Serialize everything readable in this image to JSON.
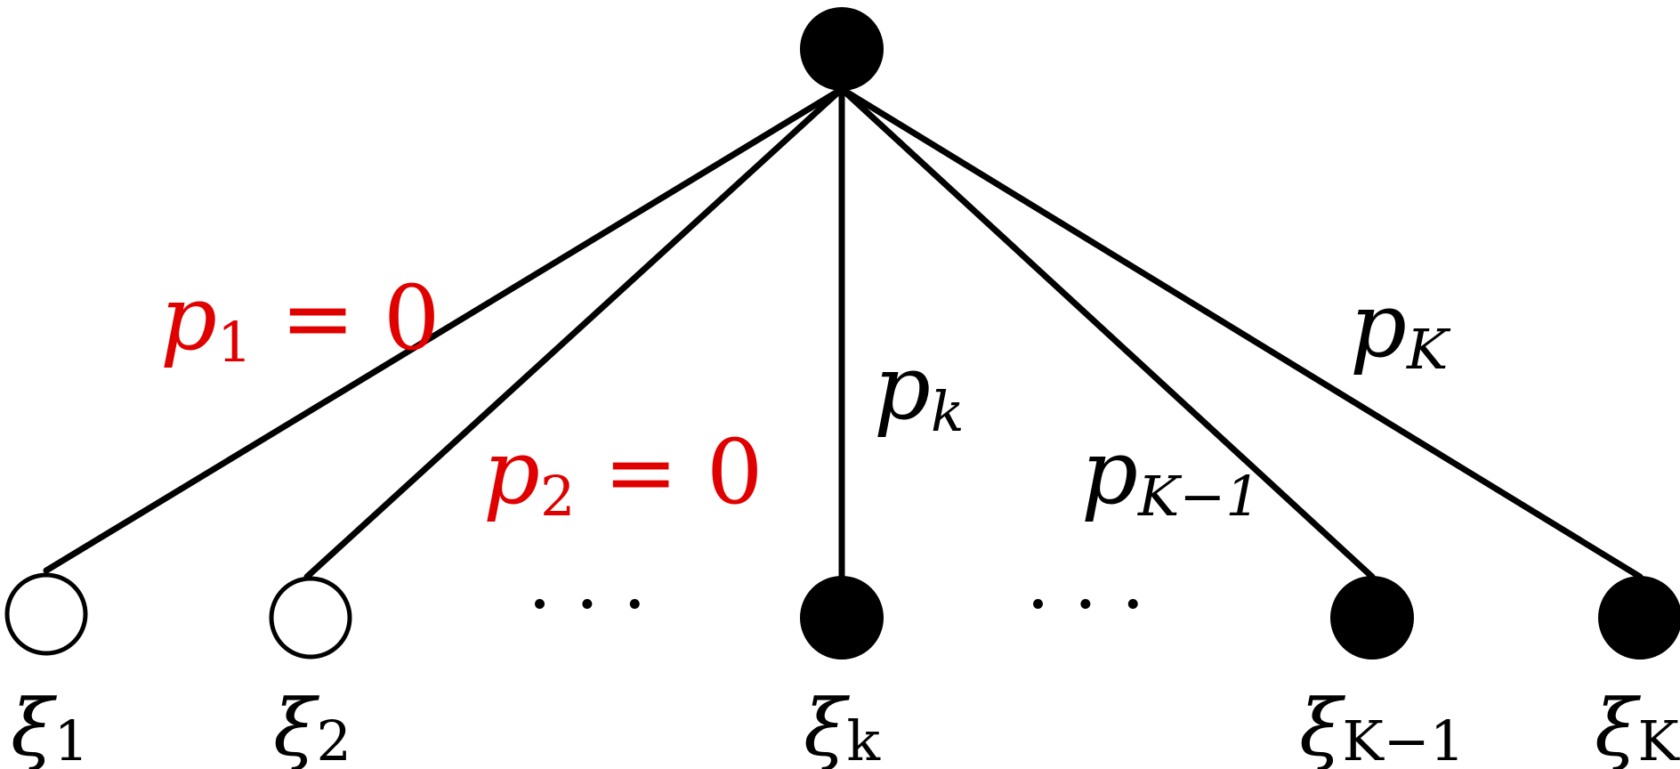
{
  "diagram": {
    "root": {
      "label": ""
    },
    "leaves": [
      {
        "id": "xi1",
        "symbol": "ξ",
        "subscript": "1",
        "filled": false
      },
      {
        "id": "xi2",
        "symbol": "ξ",
        "subscript": "2",
        "filled": false
      },
      {
        "id": "xik",
        "symbol": "ξ",
        "subscript": "k",
        "filled": true
      },
      {
        "id": "xiKm1",
        "symbol": "ξ",
        "subscript": "K−1",
        "filled": true
      },
      {
        "id": "xiK",
        "symbol": "ξ",
        "subscript": "K",
        "filled": true
      }
    ],
    "ellipses": [
      "· · ·",
      "· · ·"
    ],
    "edge_labels": [
      {
        "base": "p",
        "subscript": "1",
        "suffix": " = 0",
        "color": "#e00000"
      },
      {
        "base": "p",
        "subscript": "2",
        "suffix": " = 0",
        "color": "#e00000"
      },
      {
        "base": "p",
        "subscript": "k",
        "suffix": "",
        "color": "#000000"
      },
      {
        "base": "p",
        "subscript": "K−1",
        "suffix": "",
        "color": "#000000"
      },
      {
        "base": "p",
        "subscript": "K",
        "suffix": "",
        "color": "#000000"
      }
    ]
  }
}
